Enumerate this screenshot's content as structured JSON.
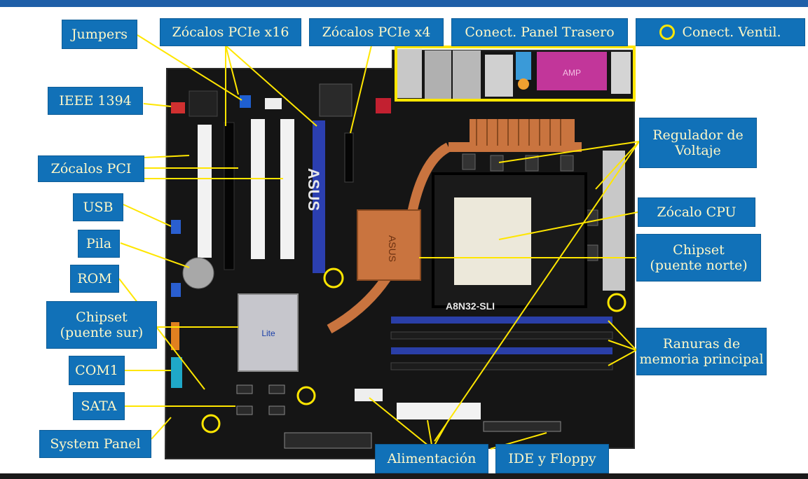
{
  "labels": {
    "jumpers": "Jumpers",
    "pcie_x16": "Zócalos  PCIe x16",
    "pcie_x4": "Zócalos  PCIe x4",
    "panel_trasero": "Conect. Panel Trasero",
    "ventil": "Conect. Ventil.",
    "ieee1394": "IEEE 1394",
    "zocalos_pci": "Zócalos  PCI",
    "usb": "USB",
    "pila": "Pila",
    "rom": "ROM",
    "chipset_sur_1": "Chipset",
    "chipset_sur_2": "(puente sur)",
    "com1": "COM1",
    "sata": "SATA",
    "system_panel": "System Panel",
    "regulador_1": "Regulador de",
    "regulador_2": "Voltaje",
    "zocalo_cpu": "Zócalo CPU",
    "chipset_norte_1": "Chipset",
    "chipset_norte_2": "(puente norte)",
    "ranuras_1": "Ranuras de",
    "ranuras_2": "memoria principal",
    "alimentacion": "Alimentación",
    "ide_floppy": "IDE y Floppy"
  },
  "board_marks": {
    "brand": "ASUS",
    "model": "A8N32-SLI",
    "amp": "AMP",
    "lite": "Lite"
  },
  "colors": {
    "label_bg": "#1171b8",
    "label_text": "#fff8c8",
    "pointer": "#ffe600",
    "pcb": "#151515",
    "copper": "#c9743f",
    "ram_blue": "#2a3fa8",
    "pcie_blue": "#2b3fb0"
  }
}
